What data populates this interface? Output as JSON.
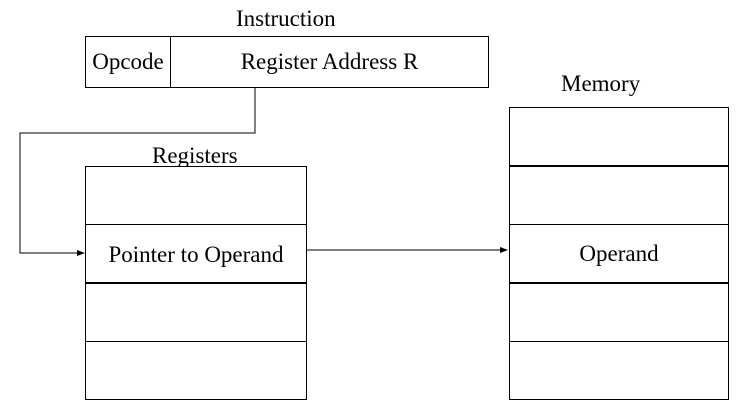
{
  "instruction": {
    "title": "Instruction",
    "opcode": "Opcode",
    "address_field": "Register Address R"
  },
  "registers": {
    "title": "Registers",
    "cells": [
      "",
      "Pointer to Operand",
      "",
      ""
    ]
  },
  "memory": {
    "title": "Memory",
    "cells": [
      "",
      "",
      "Operand",
      "",
      ""
    ]
  }
}
